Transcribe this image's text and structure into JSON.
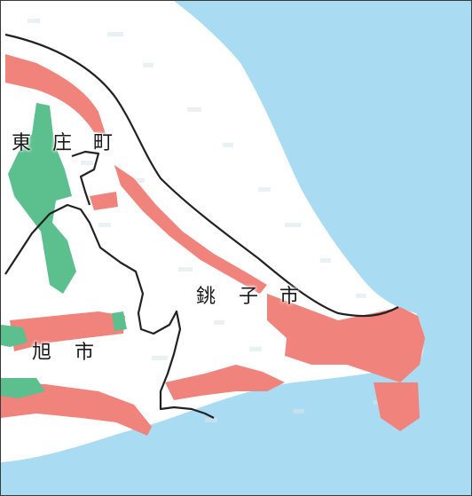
{
  "labels": {
    "tosho": [
      "東",
      "庄",
      "町"
    ],
    "choshi": [
      "銚",
      "子",
      "市"
    ],
    "asahi": [
      "旭",
      "市"
    ]
  },
  "colors": {
    "sea": "#a9dcf2",
    "land": "#ffffff",
    "hazard_red": "#f0847c",
    "hazard_green": "#5cbf8e",
    "boundary": "#222222"
  }
}
